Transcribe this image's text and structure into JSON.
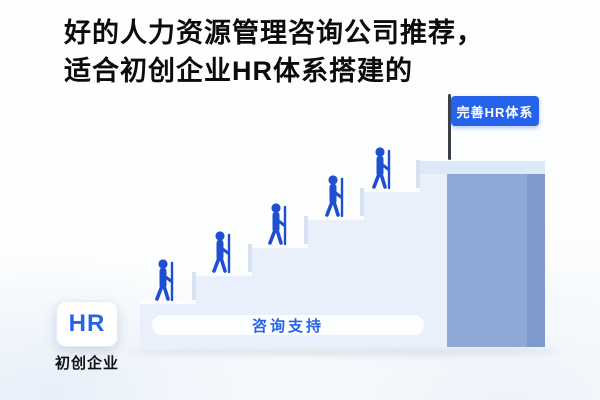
{
  "title": {
    "line1": "好的人力资源管理咨询公司推荐，",
    "line2": "适合初创企业HR体系搭建的"
  },
  "flag": {
    "label": "完善HR体系"
  },
  "stairs": {
    "support_label": "咨询支持"
  },
  "startup": {
    "logo": "HR",
    "name": "初创企业"
  },
  "figures": {
    "count": 5,
    "description": "blue climber figures with walking poles ascending the staircase"
  },
  "colors": {
    "accent_blue": "#2563eb",
    "figure_blue": "#1d4fd0",
    "pillar_blue": "#8ea8d8",
    "stair_light": "#e9f0fb",
    "platform_light": "#dde9f8",
    "title_black": "#0c0c0c"
  }
}
